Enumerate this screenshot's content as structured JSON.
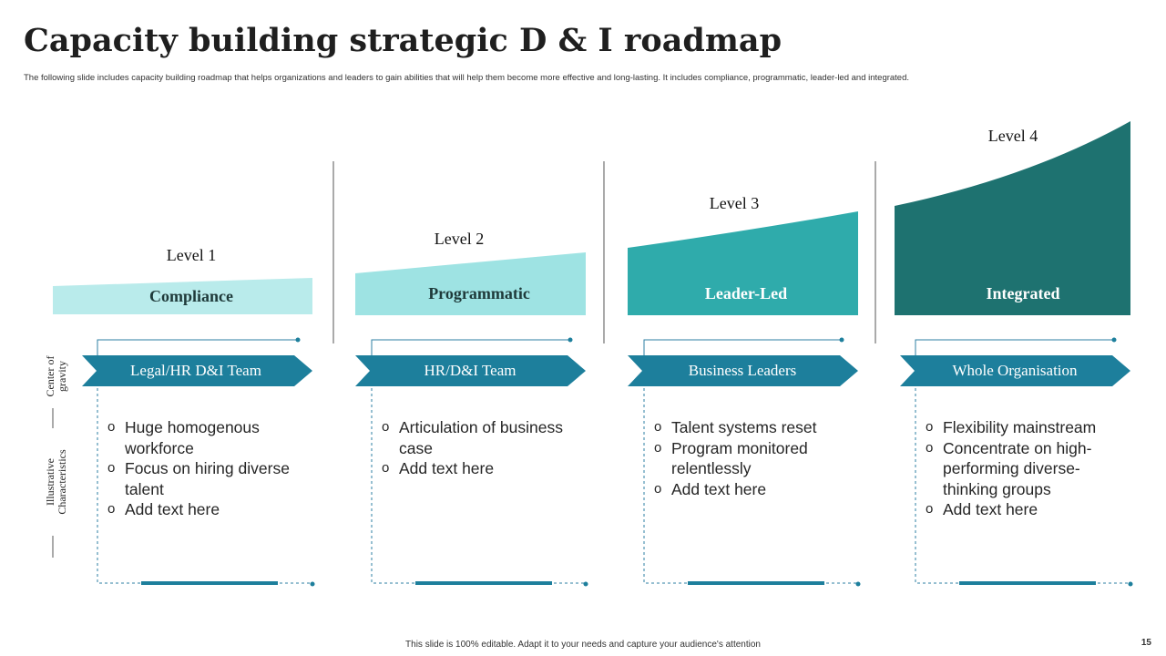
{
  "title": "Capacity building strategic D & I roadmap",
  "subtitle": "The following slide includes capacity building roadmap that helps organizations and leaders to gain abilities that will help them become more effective and long-lasting. It includes compliance, programmatic, leader-led and integrated.",
  "side_labels": {
    "center_of_gravity": "Center of gravity",
    "illustrative_characteristics": "Illustrative Characteristics"
  },
  "columns": [
    {
      "level": "Level 1",
      "stage": "Compliance",
      "team": "Legal/HR D&I Team",
      "items": [
        "Huge homogenous workforce",
        "Focus on hiring diverse talent",
        "Add text here"
      ]
    },
    {
      "level": "Level 2",
      "stage": "Programmatic",
      "team": "HR/D&I Team",
      "items": [
        "Articulation of business case",
        "Add text here"
      ]
    },
    {
      "level": "Level 3",
      "stage": "Leader-Led",
      "team": "Business Leaders",
      "items": [
        "Talent systems reset",
        "Program monitored relentlessly",
        "Add text here"
      ]
    },
    {
      "level": "Level 4",
      "stage": "Integrated",
      "team": "Whole Organisation",
      "items": [
        "Flexibility mainstream",
        "Concentrate on high-performing diverse-thinking groups",
        "Add text here"
      ]
    }
  ],
  "bullet_glyph": "o",
  "colors": {
    "stage1": "#b9ebeb",
    "stage2": "#9ee3e3",
    "stage3": "#2fabab",
    "stage4": "#1e7270",
    "team_chevron": "#1d7f9c",
    "frame": "#2c7fa3",
    "divider": "#555555"
  },
  "footer": "This slide is 100% editable. Adapt it to your needs and capture your audience's attention",
  "page_number": "15"
}
